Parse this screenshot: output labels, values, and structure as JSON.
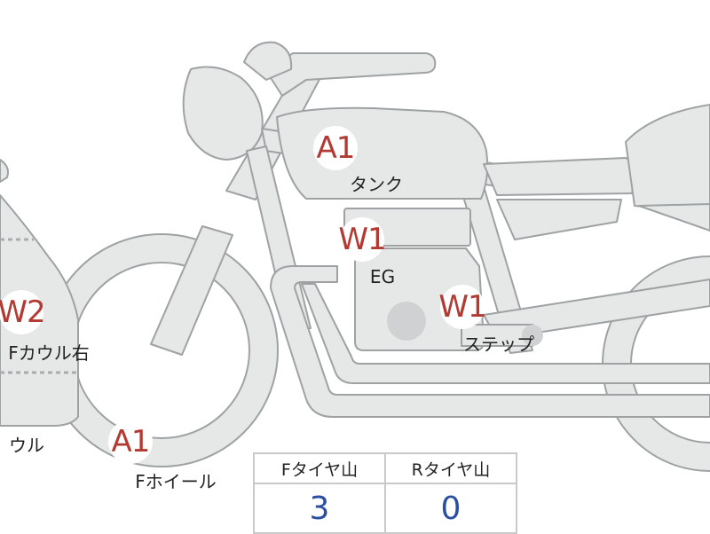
{
  "colors": {
    "bike_fill": "#e6e8e8",
    "bike_stroke": "#9ea2a2",
    "engine_dot": "#cfd1d3",
    "marker_text": "#b23a32",
    "label_text": "#222222",
    "table_value": "#2b4fa0",
    "table_border": "#c9c9c9",
    "dashed_line": "#a9adad"
  },
  "markers": [
    {
      "id": "tank",
      "code": "A1",
      "label": "タンク"
    },
    {
      "id": "engine",
      "code": "W1",
      "label": "EG"
    },
    {
      "id": "step",
      "code": "W1",
      "label": "ステップ"
    },
    {
      "id": "front-cowl-right",
      "code": "W2",
      "label": "Fカウル右"
    },
    {
      "id": "front-wheel",
      "code": "A1",
      "label": "Fホイール"
    },
    {
      "id": "cowl",
      "code": "",
      "label": "ウル"
    }
  ],
  "tread_table": {
    "headers": [
      "Fタイヤ山",
      "Rタイヤ山"
    ],
    "values": [
      "3",
      "0"
    ]
  }
}
